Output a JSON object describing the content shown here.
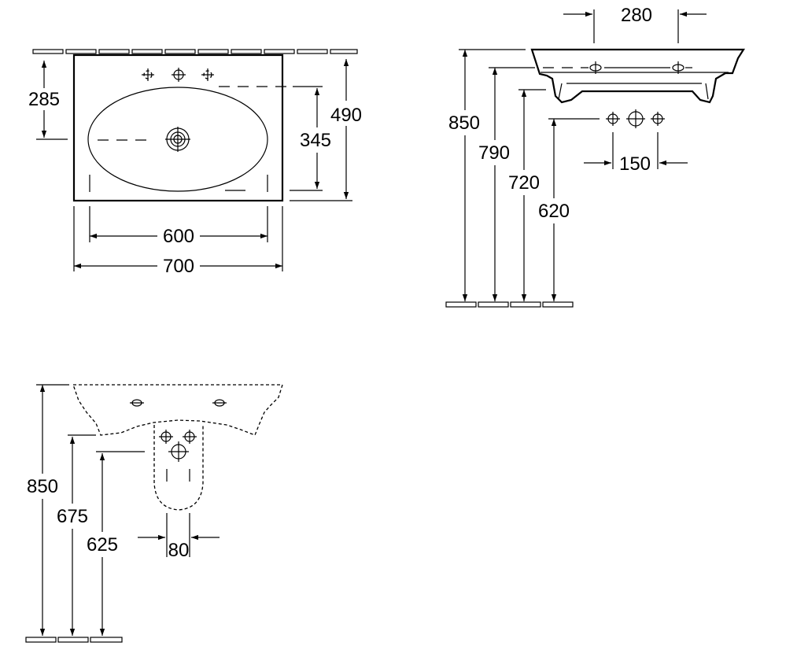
{
  "top_view": {
    "dim_285": "285",
    "dim_345": "345",
    "dim_490": "490",
    "dim_600": "600",
    "dim_700": "700"
  },
  "side_view": {
    "dim_280": "280",
    "dim_850": "850",
    "dim_790": "790",
    "dim_720": "720",
    "dim_620": "620",
    "dim_150": "150"
  },
  "front_view": {
    "dim_850": "850",
    "dim_675": "675",
    "dim_625": "625",
    "dim_80": "80"
  }
}
